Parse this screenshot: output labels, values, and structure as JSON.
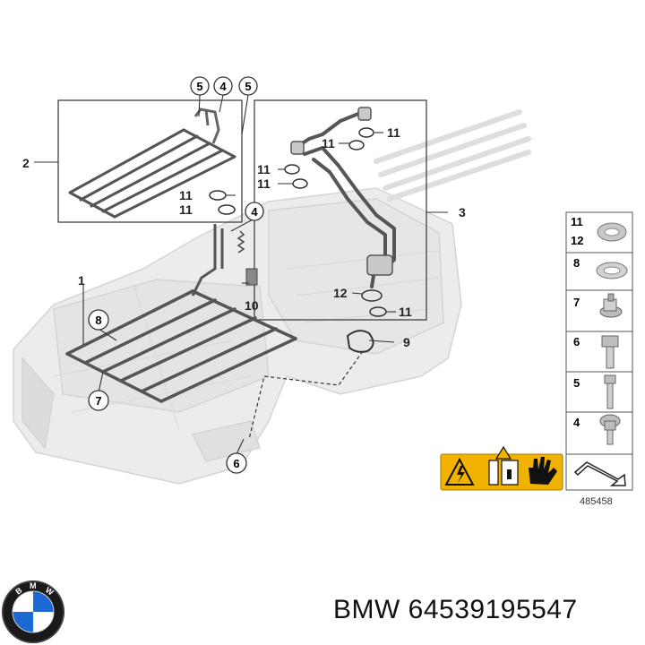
{
  "diagram": {
    "callouts": [
      {
        "id": "c-5a",
        "label": "5"
      },
      {
        "id": "c-4a",
        "label": "4"
      },
      {
        "id": "c-5b",
        "label": "5"
      },
      {
        "id": "c-4b",
        "label": "4"
      },
      {
        "id": "c-8",
        "label": "8"
      },
      {
        "id": "c-7",
        "label": "7"
      },
      {
        "id": "c-6",
        "label": "6"
      }
    ],
    "labels": {
      "l2": "2",
      "l1": "1",
      "l3": "3",
      "l9": "9",
      "l10": "10",
      "l11a": "11",
      "l11b": "11",
      "l11c": "11",
      "l11d": "11",
      "l11e": "11",
      "l11f": "11",
      "l12": "12"
    },
    "legend": {
      "rows": [
        {
          "label": "11",
          "label2": "12",
          "part": "washer-flat"
        },
        {
          "label": "8",
          "part": "washer-thin"
        },
        {
          "label": "7",
          "part": "flange-nut"
        },
        {
          "label": "6",
          "part": "hex-bolt"
        },
        {
          "label": "5",
          "part": "socket-screw"
        },
        {
          "label": "4",
          "part": "torx-bolt"
        }
      ]
    },
    "diagram_number": "485458",
    "warning_color": "#f2b300"
  },
  "footer": {
    "brand_text": "BMW 64539195547"
  }
}
